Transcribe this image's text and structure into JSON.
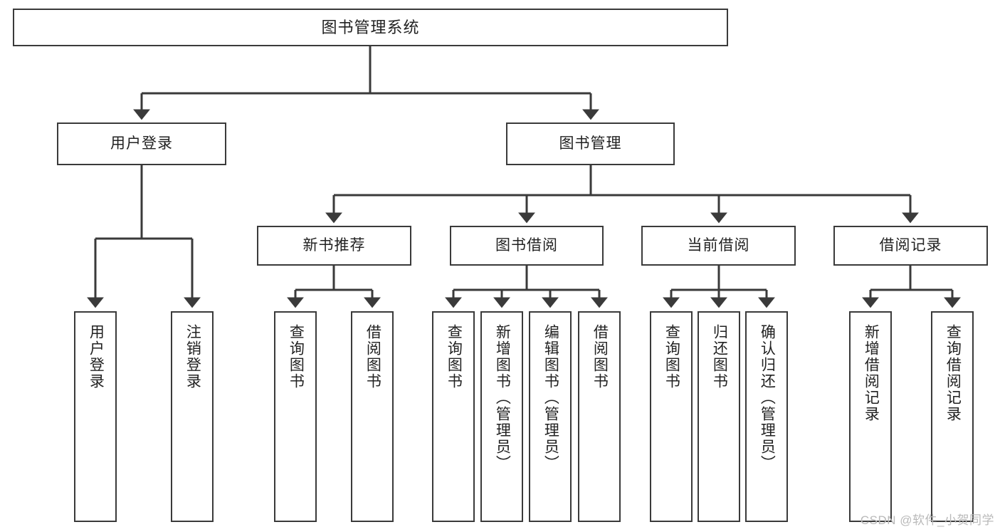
{
  "diagram": {
    "title": "图书管理系统",
    "type": "hierarchy-tree",
    "accent_border": "#3a3a3a",
    "background": "#ffffff",
    "text_color": "#222222",
    "watermark": "CSDN @软件_小贺同学"
  },
  "nodes": {
    "root": {
      "label": "图书管理系统"
    },
    "level2": [
      {
        "label": "用户登录"
      },
      {
        "label": "图书管理"
      }
    ],
    "level3": [
      {
        "label": "新书推荐"
      },
      {
        "label": "图书借阅"
      },
      {
        "label": "当前借阅"
      },
      {
        "label": "借阅记录"
      }
    ],
    "leaves": {
      "user_login": [
        {
          "label": "用户登录"
        },
        {
          "label": "注销登录"
        }
      ],
      "new_book_recommend": [
        {
          "label": "查询图书"
        },
        {
          "label": "借阅图书"
        }
      ],
      "book_borrow": [
        {
          "label": "查询图书"
        },
        {
          "label": "新增图书（管理员）"
        },
        {
          "label": "编辑图书（管理员）"
        },
        {
          "label": "借阅图书"
        }
      ],
      "current_borrow": [
        {
          "label": "查询图书"
        },
        {
          "label": "归还图书"
        },
        {
          "label": "确认归还（管理员）"
        }
      ],
      "borrow_records": [
        {
          "label": "新增借阅记录"
        },
        {
          "label": "查询借阅记录"
        }
      ]
    }
  }
}
